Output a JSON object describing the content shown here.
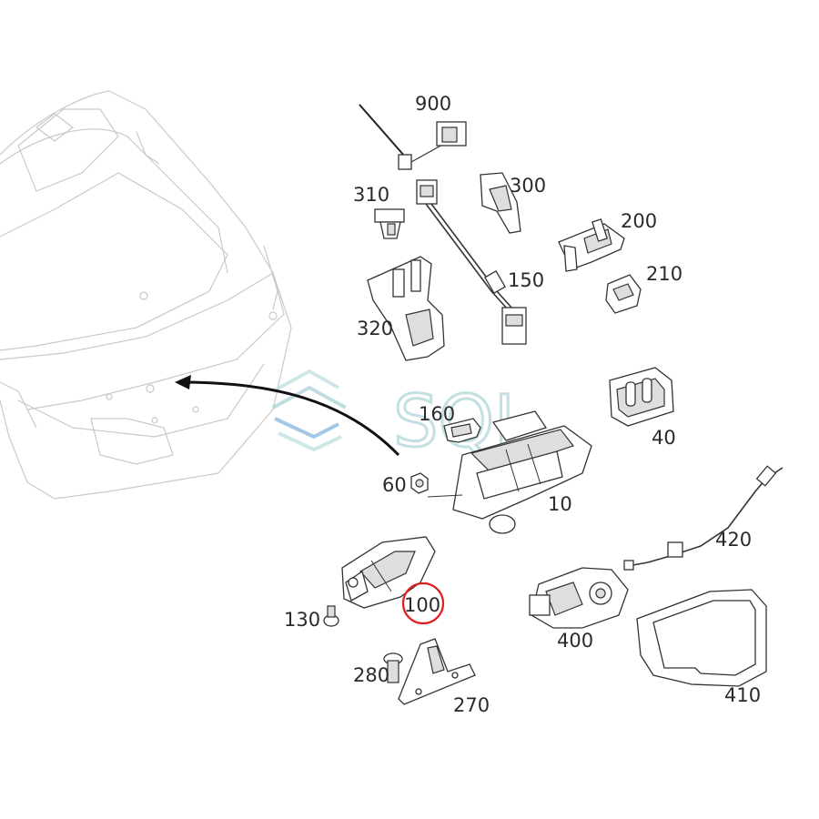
{
  "labels": {
    "p900": "900",
    "p310": "310",
    "p300": "300",
    "p200": "200",
    "p210": "210",
    "p150": "150",
    "p320": "320",
    "p160": "160",
    "p40": "40",
    "p60": "60",
    "p10": "10",
    "p420": "420",
    "p100": "100",
    "p130": "130",
    "p400": "400",
    "p280": "280",
    "p270": "270",
    "p410": "410"
  },
  "watermark": {
    "text": "SQL",
    "color": "#a9d2d6"
  },
  "highlight": {
    "part": "100",
    "color": "#e02020"
  },
  "icons": {
    "logo": "sql-logo-icon",
    "arrow": "callout-arrow-icon"
  }
}
